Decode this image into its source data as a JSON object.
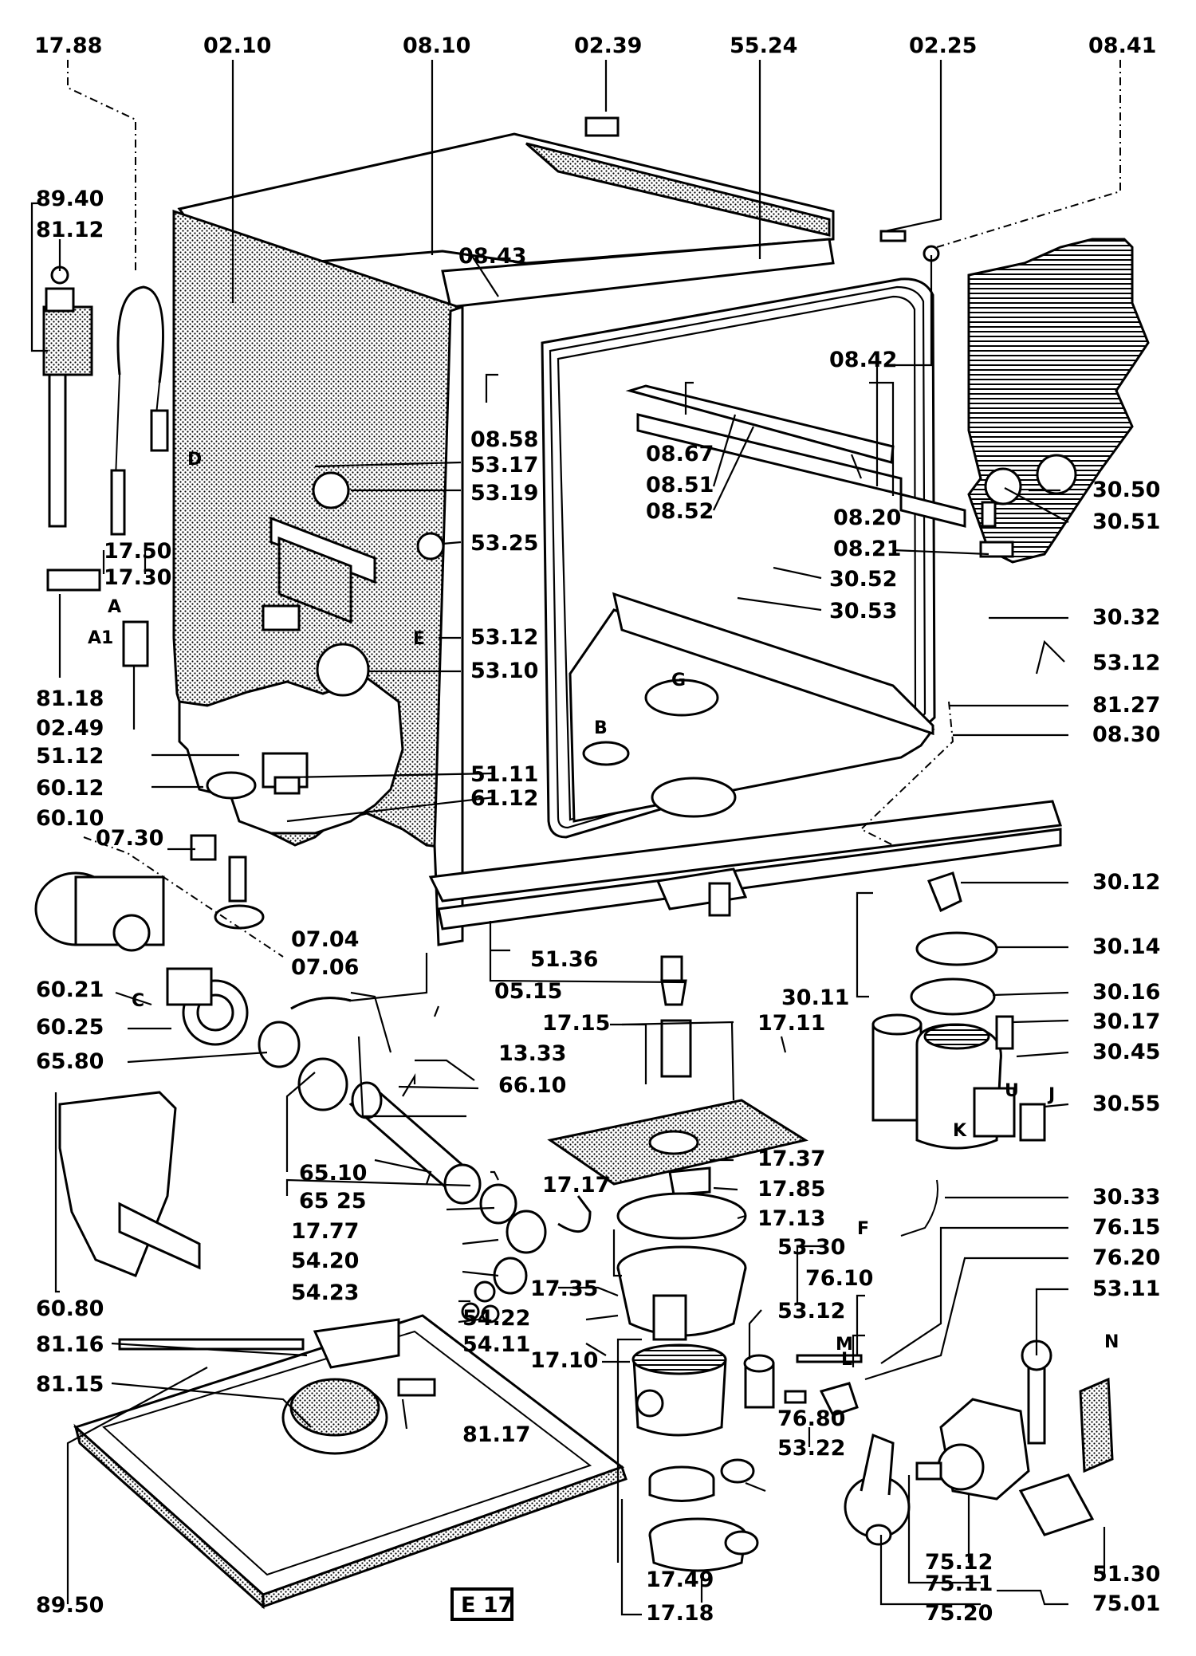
{
  "sheet": {
    "code": "E 17"
  },
  "callouts": {
    "top": [
      "17.88",
      "02.10",
      "08.10",
      "02.39",
      "55.24",
      "02.25",
      "08.41"
    ],
    "left": [
      "89.40",
      "81.12",
      "17.50",
      "17.30",
      "81.18",
      "02.49",
      "51.12",
      "60.12",
      "60.10",
      "07.30",
      "60.21",
      "60.25",
      "65.80",
      "60.80",
      "81.16",
      "81.15",
      "89.50"
    ],
    "center": [
      "08.43",
      "08.58",
      "53.17",
      "53.19",
      "53.25",
      "53.12",
      "53.10",
      "51.11",
      "61.12",
      "08.67",
      "08.51",
      "08.52",
      "08.20",
      "08.21",
      "30.52",
      "30.53",
      "08.42",
      "07.04",
      "07.06",
      "05.15",
      "51.36",
      "13.33",
      "66.10",
      "65.10",
      "65 25",
      "17.77",
      "54.20",
      "54.23",
      "54.22",
      "54.11",
      "17.17",
      "17.15",
      "17.11",
      "17.37",
      "17.85",
      "17.13",
      "17.35",
      "17.10",
      "81.17",
      "17.49",
      "17.18",
      "53.30",
      "76.10",
      "53.12",
      "76.80",
      "53.22",
      "75.12",
      "75.11",
      "75.20"
    ],
    "right": [
      "30.50",
      "30.51",
      "30.32",
      "53.12",
      "81.27",
      "08.30",
      "30.12",
      "30.14",
      "30.11",
      "30.16",
      "30.17",
      "30.45",
      "30.55",
      "30.33",
      "76.15",
      "76.20",
      "53.11",
      "51.30",
      "75.01"
    ]
  },
  "markers": [
    "A",
    "A1",
    "B",
    "D",
    "E",
    "G",
    "C",
    "F",
    "K",
    "J",
    "L",
    "N",
    "M",
    "U"
  ]
}
